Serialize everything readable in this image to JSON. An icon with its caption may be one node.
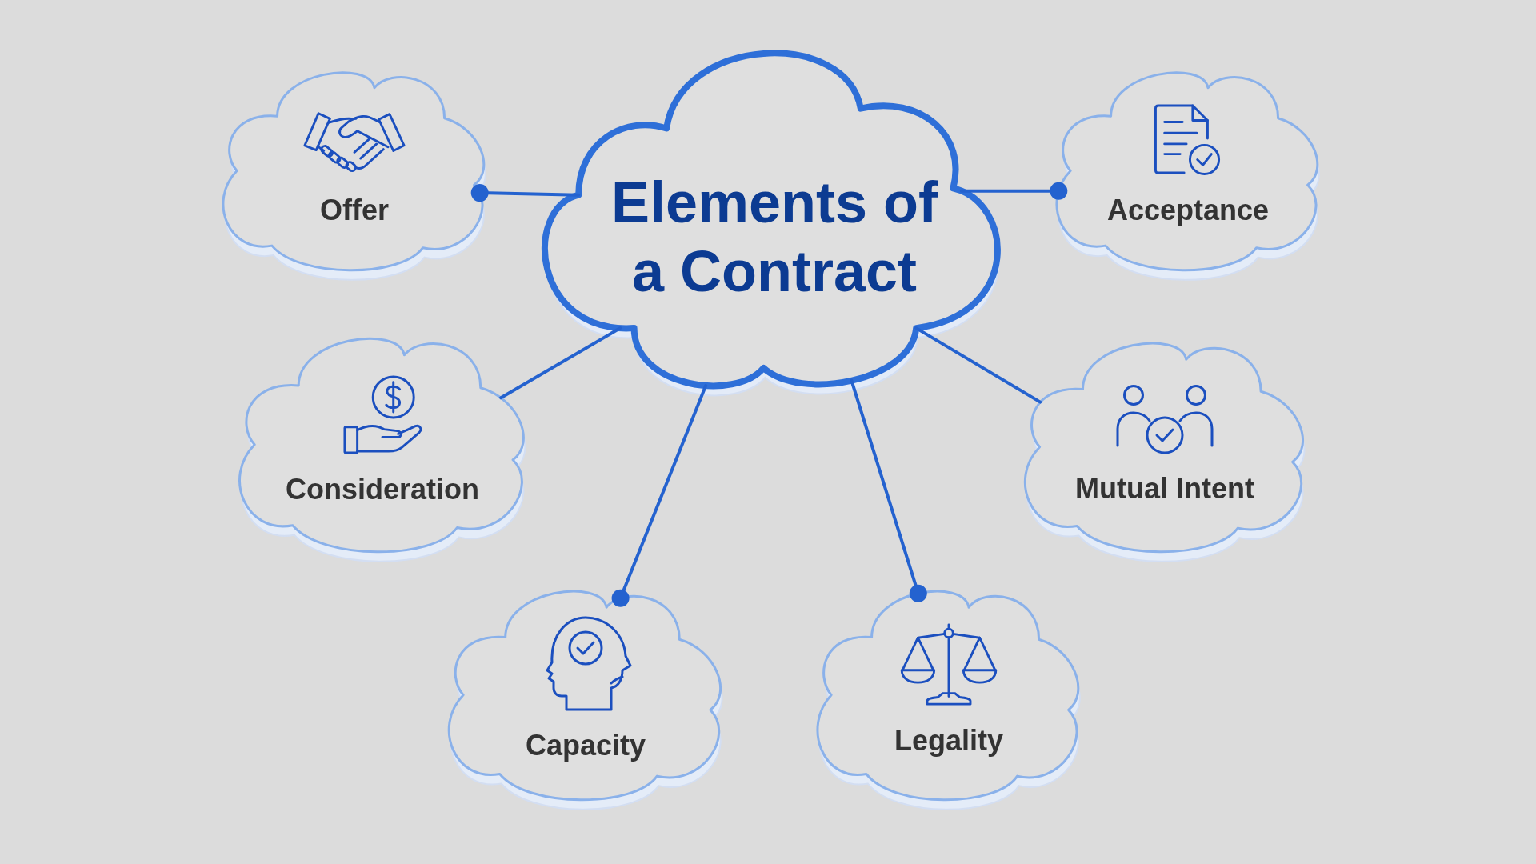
{
  "diagram": {
    "nodes": [
      {
        "text": [
          "Elements of a Contract"
        ]
      },
      {
        "text": [
          "Offer"
        ]
      },
      {
        "text": [
          "Acceptance"
        ]
      },
      {
        "text": [
          "Consideration"
        ]
      },
      {
        "text": [
          "Mutual Intent"
        ]
      },
      {
        "text": [
          "Capacity"
        ]
      },
      {
        "text": [
          "Legality"
        ]
      }
    ],
    "edges": [
      {
        "from": 0,
        "to": 1,
        "arrow": "other"
      },
      {
        "from": 0,
        "to": 2,
        "arrow": "other"
      },
      {
        "from": 0,
        "to": 3,
        "arrow": "none"
      },
      {
        "from": 0,
        "to": 4,
        "arrow": "none"
      },
      {
        "from": 0,
        "to": 5,
        "arrow": "other"
      },
      {
        "from": 0,
        "to": 6,
        "arrow": "other"
      }
    ]
  }
}
